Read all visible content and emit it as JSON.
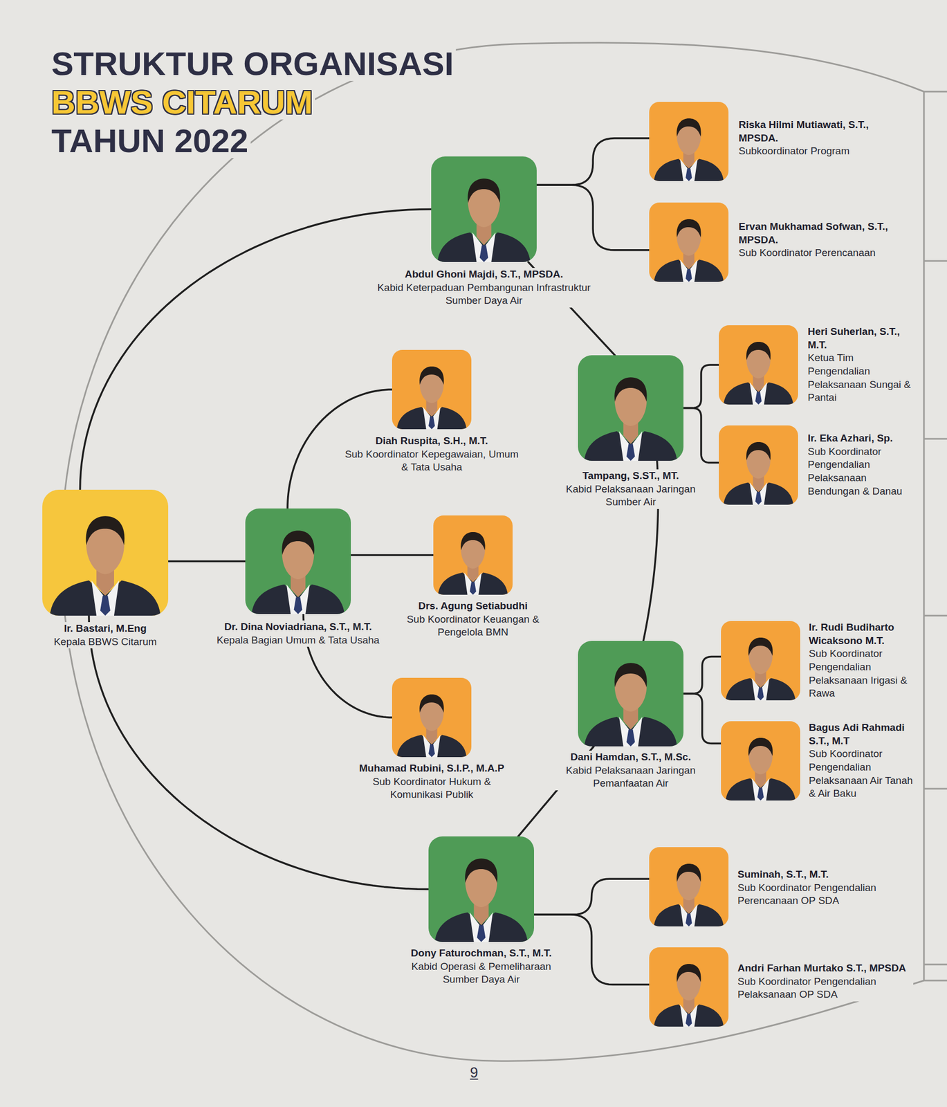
{
  "diagram": {
    "title": "STRUKTUR ORGANISASI",
    "nodes": [
      {
        "text": [
          "Ir. Bastari, M.Eng",
          "Kepala BBWS Citarum"
        ]
      },
      {
        "text": [
          "Dr. Dina Noviadriana, S.T., M.T.",
          "Kepala Bagian Umum & Tata Usaha"
        ]
      },
      {
        "text": [
          "Diah Ruspita, S.H., M.T.",
          "Sub Koordinator Kepegawaian, Umum & Tata Usaha"
        ]
      },
      {
        "text": [
          "Drs. Agung Setiabudhi",
          "Sub Koordinator Keuangan & Pengelola BMN"
        ]
      },
      {
        "text": [
          "Muhamad Rubini, S.I.P., M.A.P",
          "Sub Koordinator Hukum & Komunikasi Publik"
        ]
      },
      {
        "text": [
          "Abdul Ghoni Majdi, S.T., MPSDA.",
          "Kabid Keterpaduan Pembangunan Infrastruktur Sumber Daya Air"
        ]
      },
      {
        "text": [
          "Riska Hilmi Mutiawati, S.T., MPSDA.",
          "Subkoordinator Program"
        ]
      },
      {
        "text": [
          "Ervan Mukhamad Sofwan, S.T., MPSDA.",
          "Sub Koordinator Perencanaan"
        ]
      },
      {
        "text": [
          "Tampang, S.ST., MT.",
          "Kabid Pelaksanaan Jaringan Sumber Air"
        ]
      },
      {
        "text": [
          "Heri Suherlan, S.T., M.T.",
          "Ketua Tim Pengendalian Pelaksanaan Sungai & Pantai"
        ]
      },
      {
        "text": [
          "Ir. Eka Azhari, Sp.",
          "Sub Koordinator Pengendalian Pelaksanaan Bendungan & Danau"
        ]
      },
      {
        "text": [
          "Dani Hamdan, S.T., M.Sc.",
          "Kabid Pelaksanaan Jaringan Pemanfaatan Air"
        ]
      },
      {
        "text": [
          "Ir. Rudi Budiharto Wicaksono M.T.",
          "Sub Koordinator Pengendalian Pelaksanaan Irigasi & Rawa"
        ]
      },
      {
        "text": [
          "Bagus Adi Rahmadi S.T., M.T",
          "Sub Koordinator Pengendalian Pelaksanaan Air Tanah & Air Baku"
        ]
      },
      {
        "text": [
          "Dony Faturochman, S.T., M.T.",
          "Kabid Operasi & Pemeliharaan Sumber Daya Air"
        ]
      },
      {
        "text": [
          "Suminah, S.T., M.T.",
          "Sub Koordinator Pengendalian Perencanaan OP SDA"
        ]
      },
      {
        "text": [
          "Andri Farhan Murtako S.T., MPSDA",
          "Sub Koordinator Pengendalian Pelaksanaan OP SDA"
        ]
      }
    ],
    "edges": [
      {
        "from": 0,
        "to": 1,
        "arrow": "none"
      },
      {
        "from": 0,
        "to": 5,
        "arrow": "none"
      },
      {
        "from": 0,
        "to": 14,
        "arrow": "none"
      },
      {
        "from": 1,
        "to": 2,
        "arrow": "none"
      },
      {
        "from": 1,
        "to": 3,
        "arrow": "none"
      },
      {
        "from": 1,
        "to": 4,
        "arrow": "none"
      },
      {
        "from": 5,
        "to": 6,
        "arrow": "none"
      },
      {
        "from": 5,
        "to": 7,
        "arrow": "none"
      },
      {
        "from": 5,
        "to": 8,
        "arrow": "none"
      },
      {
        "from": 8,
        "to": 9,
        "arrow": "none"
      },
      {
        "from": 8,
        "to": 10,
        "arrow": "none"
      },
      {
        "from": 8,
        "to": 11,
        "arrow": "none"
      },
      {
        "from": 11,
        "to": 12,
        "arrow": "none"
      },
      {
        "from": 11,
        "to": 13,
        "arrow": "none"
      },
      {
        "from": 11,
        "to": 14,
        "arrow": "none"
      },
      {
        "from": 14,
        "to": 15,
        "arrow": "none"
      },
      {
        "from": 14,
        "to": 16,
        "arrow": "none"
      }
    ],
    "labels": [
      "BBWS CITARUM",
      "TAHUN 2022",
      "9"
    ]
  }
}
